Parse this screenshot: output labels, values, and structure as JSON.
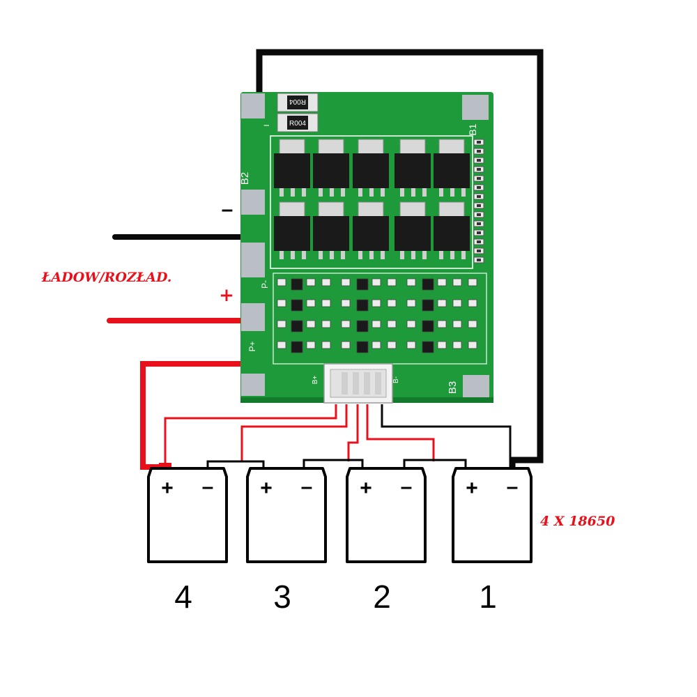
{
  "labels": {
    "charge_discharge": "ŁADOW/ROZŁAD.",
    "minus": "–",
    "plus": "+",
    "cell_count": "4 X 18650"
  },
  "board": {
    "silkscreen": {
      "b1": "B1",
      "b2": "B2",
      "b3": "B3",
      "p_minus": "P-",
      "p_plus": "P+",
      "b_plus": "B+",
      "b_minus": "B-",
      "resistor_top": "R004",
      "resistor_bottom": "R004",
      "resistor_mark": "I"
    }
  },
  "cells": [
    {
      "number": "4",
      "plus": "+",
      "minus": "–"
    },
    {
      "number": "3",
      "plus": "+",
      "minus": "–"
    },
    {
      "number": "2",
      "plus": "+",
      "minus": "–"
    },
    {
      "number": "1",
      "plus": "+",
      "minus": "–"
    }
  ],
  "colors": {
    "pcb": "#1f9a3a",
    "pcb_dark": "#127a2b",
    "pad": "#b9bfc4",
    "wire_black": "#0a0a0a",
    "wire_red": "#e8101a",
    "label_red": "#e8101a"
  }
}
